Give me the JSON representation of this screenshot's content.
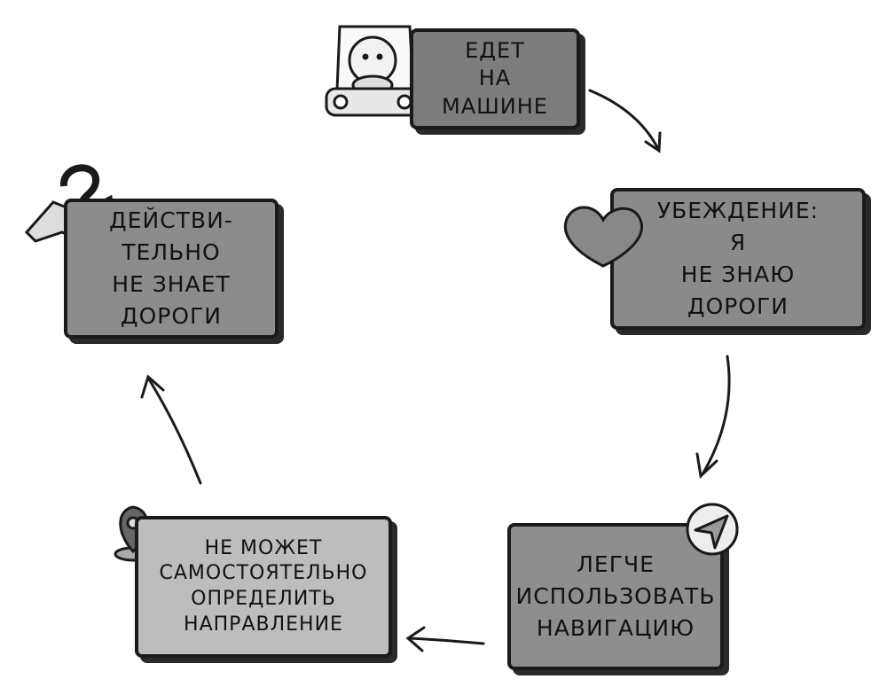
{
  "nodes": [
    {
      "id": "drives",
      "text": "ЕДЕТ\nНА\nМАШИНЕ",
      "icon": "car-icon"
    },
    {
      "id": "belief",
      "text": "УБЕЖДЕНИЕ:\nЯ\nНЕ ЗНАЮ\nДОРОГИ",
      "icon": "heart-icon"
    },
    {
      "id": "easier",
      "text": "ЛЕГЧЕ\nИСПОЛЬЗОВАТЬ\nНАВИГАЦИЮ",
      "icon": "navigation-arrow-icon"
    },
    {
      "id": "cannot",
      "text": "НЕ МОЖЕТ\nСАМОСТОЯТЕЛЬНО\nОПРЕДЕЛИТЬ\nНАПРАВЛЕНИЕ",
      "icon": "map-pin-cross-icon"
    },
    {
      "id": "really",
      "text": "ДЕЙСТВИ-\nТЕЛЬНО\nНЕ ЗНАЕТ\nДОРОГИ",
      "icon": "question-map-icon"
    }
  ],
  "colors": {
    "ink": "#1a1a1a",
    "box_dark": "#7d7d7d",
    "box_light": "#bdbdbd"
  }
}
